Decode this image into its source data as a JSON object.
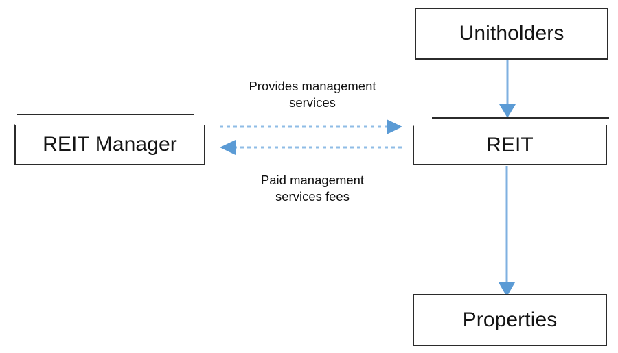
{
  "diagram": {
    "title": "REIT structure relationship diagram",
    "type": "flow-diagram",
    "background_color": "#ffffff",
    "nodes": [
      {
        "id": "unitholders",
        "label": "Unitholders",
        "border_color": "#2b2b2b",
        "text_color": "#141414"
      },
      {
        "id": "reit",
        "label": "REIT",
        "border_color": "#2b2b2b",
        "text_color": "#141414"
      },
      {
        "id": "reit_manager",
        "label": "REIT Manager",
        "border_color": "#2b2b2b",
        "text_color": "#141414"
      },
      {
        "id": "properties",
        "label": "Properties",
        "border_color": "#2b2b2b",
        "text_color": "#141414"
      }
    ],
    "edges": [
      {
        "id": "unitholders_to_reit",
        "from": "unitholders",
        "to": "reit",
        "label": "",
        "style": "solid",
        "direction": "down",
        "color": "#5b9bd5"
      },
      {
        "id": "reit_to_properties",
        "from": "reit",
        "to": "properties",
        "label": "",
        "style": "solid",
        "direction": "down",
        "color": "#5b9bd5"
      },
      {
        "id": "manager_to_reit",
        "from": "reit_manager",
        "to": "reit",
        "label": "Provides management\nservices",
        "style": "dashed",
        "direction": "right",
        "color": "#7fb0e0"
      },
      {
        "id": "reit_to_manager",
        "from": "reit",
        "to": "reit_manager",
        "label": "Paid management\nservices fees",
        "style": "dashed",
        "direction": "left",
        "color": "#7fb0e0"
      }
    ],
    "colors": {
      "arrow_blue": "#5b9bd5",
      "arrow_blue_light": "#7fb0e0",
      "box_border": "#2b2b2b",
      "text": "#141414"
    }
  }
}
